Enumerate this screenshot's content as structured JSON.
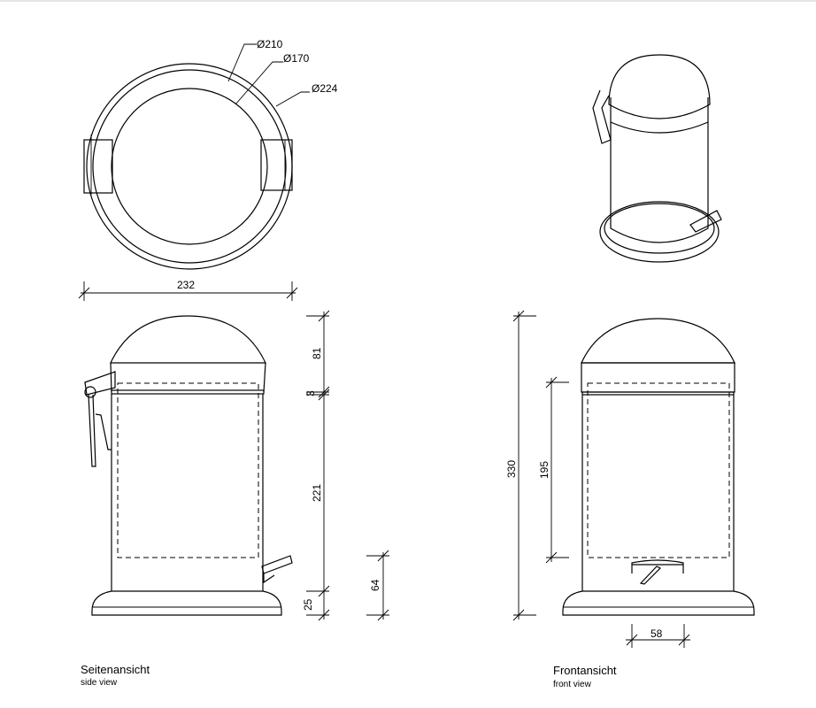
{
  "top_view": {
    "diameters": [
      "Ø210",
      "Ø170",
      "Ø224"
    ],
    "width_dim": "232"
  },
  "side_view": {
    "dims": {
      "lid": "81",
      "gap": "3",
      "body": "221",
      "base": "25",
      "pedal": "64"
    },
    "caption": "Seitenansicht",
    "caption_en": "side view"
  },
  "front_view": {
    "dims": {
      "total": "330",
      "inner": "195",
      "pedal_width": "58"
    },
    "caption": "Frontansicht",
    "caption_en": "front view"
  }
}
